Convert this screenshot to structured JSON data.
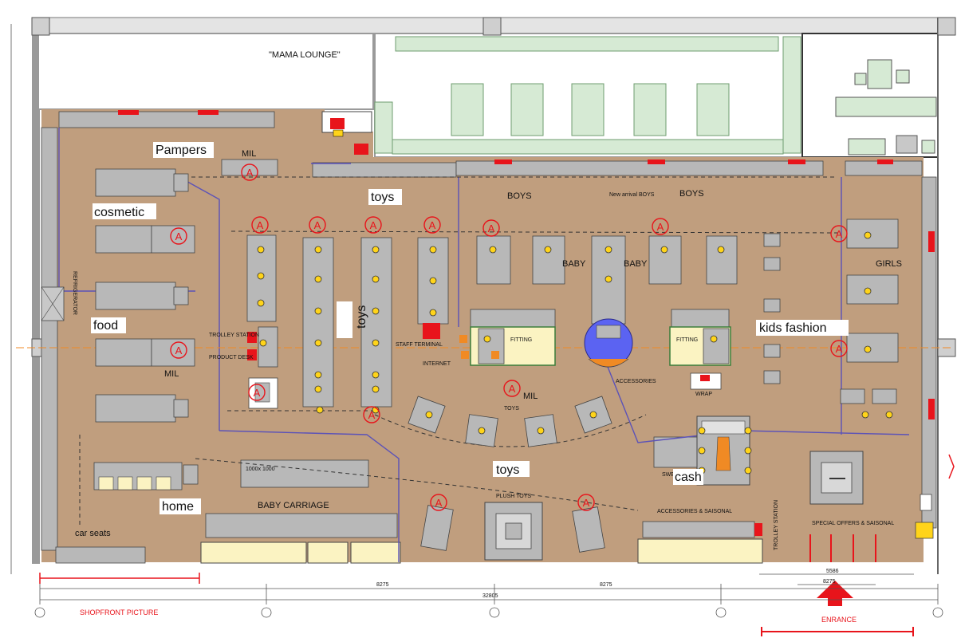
{
  "colors": {
    "floor": "#c09e7e",
    "fixture": "#b8b8b8",
    "green_fixture": "#d6ead4",
    "marker": "#e8141b",
    "wall": "#4a4a4a",
    "partition": "#5b52b8"
  },
  "labels": {
    "mama_lounge": "\"MAMA LOUNGE\"",
    "pampers": "Pampers",
    "mil_top": "MIL",
    "cosmetic": "cosmetic",
    "food": "food",
    "mil_food": "MIL",
    "home": "home",
    "car_seats": "car seats",
    "baby_carriage": "BABY CARRIAGE",
    "box_1000": "1000x 1000",
    "toys_top": "toys",
    "toys_vertical": "toys",
    "toys_center": "TOYS",
    "toys_lower": "toys",
    "boys_1": "BOYS",
    "new_arrival": "New arrival BOYS",
    "boys_2": "BOYS",
    "baby_1": "BABY",
    "baby_2": "BABY",
    "girls": "GIRLS",
    "kids_fashion": "kids fashion",
    "mil_center": "MIL",
    "accessories": "ACCESSORIES",
    "wrap": "WRAP",
    "sweets": "SWEETS",
    "cash": "cash",
    "plush_toys": "PLUSH TOYS",
    "accessories_saisonal": "ACCESSORIES & SAISONAL",
    "special_offers": "SPECIAL OFFERS & SAISONAL",
    "trolley_station": "TROLLEY STATION",
    "shopfront_picture": "SHOPFRONT PICTURE",
    "entrance": "ENRANCE",
    "fitting_1": "FITTING",
    "fitting_2": "FITTING",
    "staff_terminal": "STAFF TERMINAL",
    "internet": "INTERNET",
    "refrigerator": "REFRIGERATOR",
    "trolley_left": "TROLLEY STATION",
    "product_desk": "PRODUCT DESK",
    "dim_8275_1": "8275",
    "dim_8275_2": "8275",
    "dim_total": "32805",
    "dim_5586": "5586",
    "dim_8275_3": "8275",
    "marker_letter": "A"
  },
  "icons": {
    "anchor_marker": "circled-a-marker-icon",
    "fixture_node": "yellow-dot-icon",
    "entrance_arrow": "red-arrow-up-icon"
  }
}
